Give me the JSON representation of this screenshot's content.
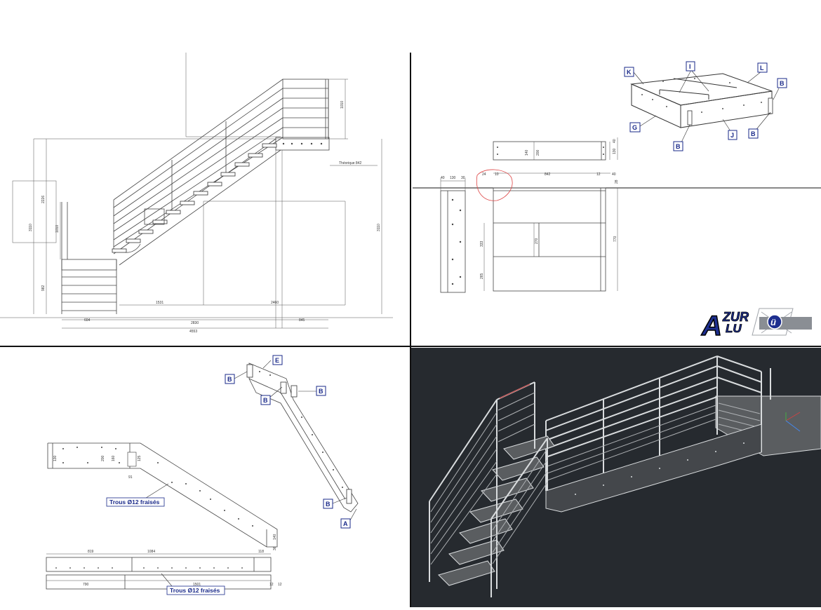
{
  "panel_top_left": {
    "dims": {
      "d1010_top": "1010",
      "d2226": "2226",
      "d3110_left": "3110",
      "d1010_mid": "1010",
      "d982": "982",
      "d3110_right": "3110",
      "d1531": "1531",
      "d2460": "2460",
      "d2830": "2830",
      "d604": "604",
      "d845": "845",
      "d4553": "4553",
      "theorique": "Théorique 842"
    }
  },
  "panel_top_right": {
    "tags": [
      "K",
      "I",
      "L",
      "B",
      "G",
      "J",
      "B",
      "B"
    ],
    "dims": {
      "d140": "140",
      "d200": "200",
      "d130": "130",
      "d40": "40",
      "d40b": "40",
      "d130b": "130",
      "d30": "30",
      "d24": "24",
      "d10": "10",
      "d842": "842",
      "d12": "12",
      "d40c": "40",
      "d28": "28",
      "d333": "333",
      "d270": "270",
      "d770": "770",
      "d265": "265"
    },
    "logo": {
      "a": "A",
      "zur": "ZUR",
      "lu": "LU",
      "badge": "ü"
    }
  },
  "panel_bottom_left": {
    "tags": [
      "E",
      "B",
      "B",
      "B",
      "B",
      "A"
    ],
    "notes": [
      "Trous Ø12 fraisés",
      "Trous Ø12 fraisés"
    ],
    "dims": {
      "d130": "130",
      "d200": "200",
      "d160": "160",
      "d125": "125",
      "d91": "91",
      "d140": "140",
      "d36": "36",
      "d819": "819",
      "d1084": "1084",
      "d118": "118",
      "d790": "790",
      "d1501": "1501",
      "d12a": "12",
      "d12b": "12"
    }
  },
  "colors": {
    "ink": "#333333",
    "tag_blue": "#1a2a8a",
    "render_bg": "#262a2f",
    "render_line": "#d9dcde",
    "tread_fill": "#5a5d60",
    "logo_blue": "#1e2f8f"
  }
}
